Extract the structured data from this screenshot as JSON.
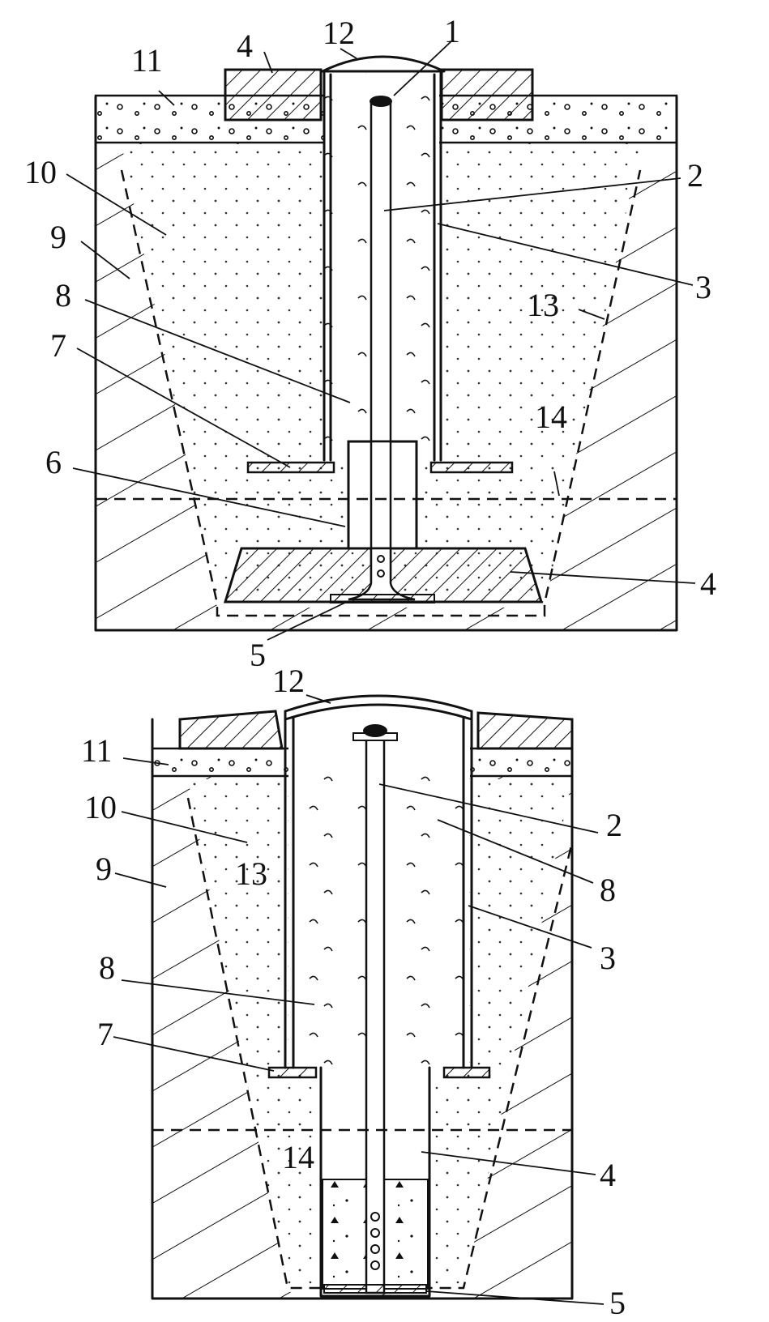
{
  "figures": [
    {
      "labels": {
        "l1": "1",
        "l2": "2",
        "l3": "3",
        "l4a": "4",
        "l4b": "4",
        "l5": "5",
        "l6": "6",
        "l7": "7",
        "l8": "8",
        "l9": "9",
        "l10": "10",
        "l11": "11",
        "l12": "12",
        "l13": "13",
        "l14": "14"
      }
    },
    {
      "labels": {
        "l2": "2",
        "l3": "3",
        "l4": "4",
        "l5": "5",
        "l7": "7",
        "l8a": "8",
        "l8b": "8",
        "l9": "9",
        "l10": "10",
        "l11": "11",
        "l12": "12",
        "l13": "13",
        "l14": "14"
      }
    }
  ],
  "colors": {
    "ink": "#111111",
    "paper": "#ffffff"
  }
}
